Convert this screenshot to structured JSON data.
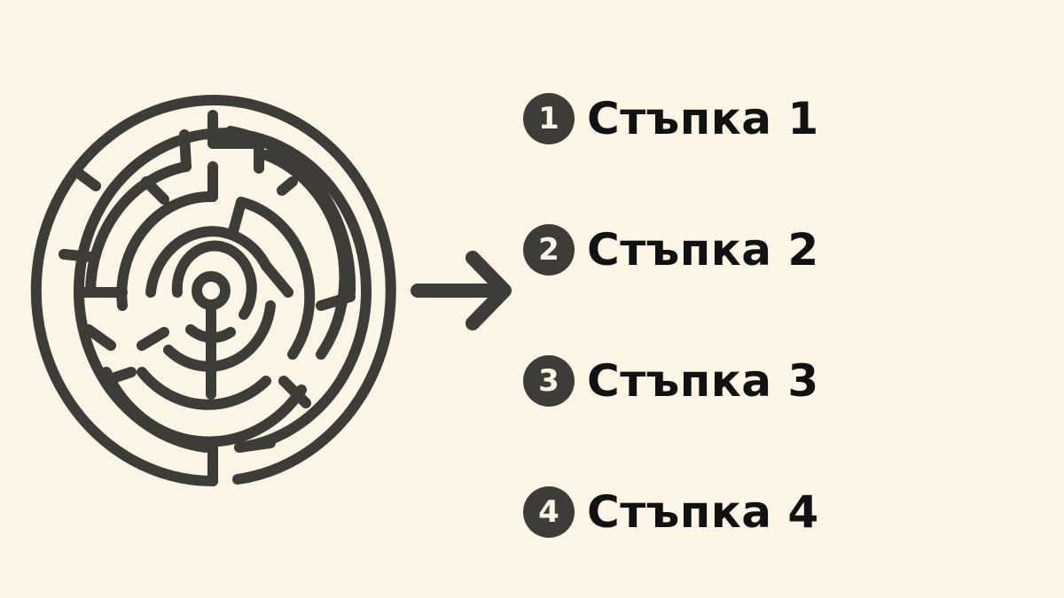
{
  "colors": {
    "background": "#fdf5e6",
    "stroke": "#3d3c39",
    "text": "#111111"
  },
  "icons": {
    "maze": "circular-maze-icon",
    "arrow": "arrow-right-icon"
  },
  "steps": [
    {
      "number": "1",
      "label": "Стъпка 1"
    },
    {
      "number": "2",
      "label": "Стъпка 2"
    },
    {
      "number": "3",
      "label": "Стъпка 3"
    },
    {
      "number": "4",
      "label": "Стъпка 4"
    }
  ]
}
